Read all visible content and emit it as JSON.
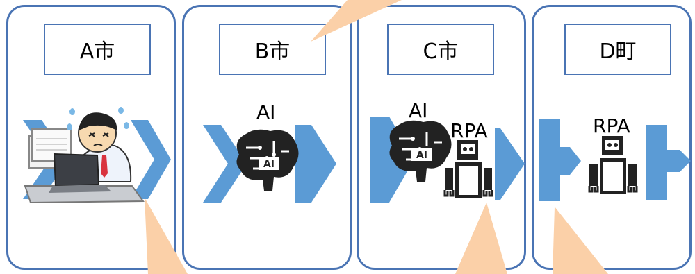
{
  "panels": [
    {
      "label": "A市"
    },
    {
      "label": "B市",
      "tag": "AI"
    },
    {
      "label": "C市",
      "tag_ai": "AI",
      "tag_rpa": "RPA"
    },
    {
      "label": "D町",
      "tag": "RPA"
    }
  ],
  "colors": {
    "border": "#4a74b4",
    "arrow": "#5b9bd5",
    "callout": "#fbd0a8"
  },
  "icons": [
    "stressed-office-worker-illustration",
    "ai-brain-circuit-icon",
    "robot-icon"
  ]
}
